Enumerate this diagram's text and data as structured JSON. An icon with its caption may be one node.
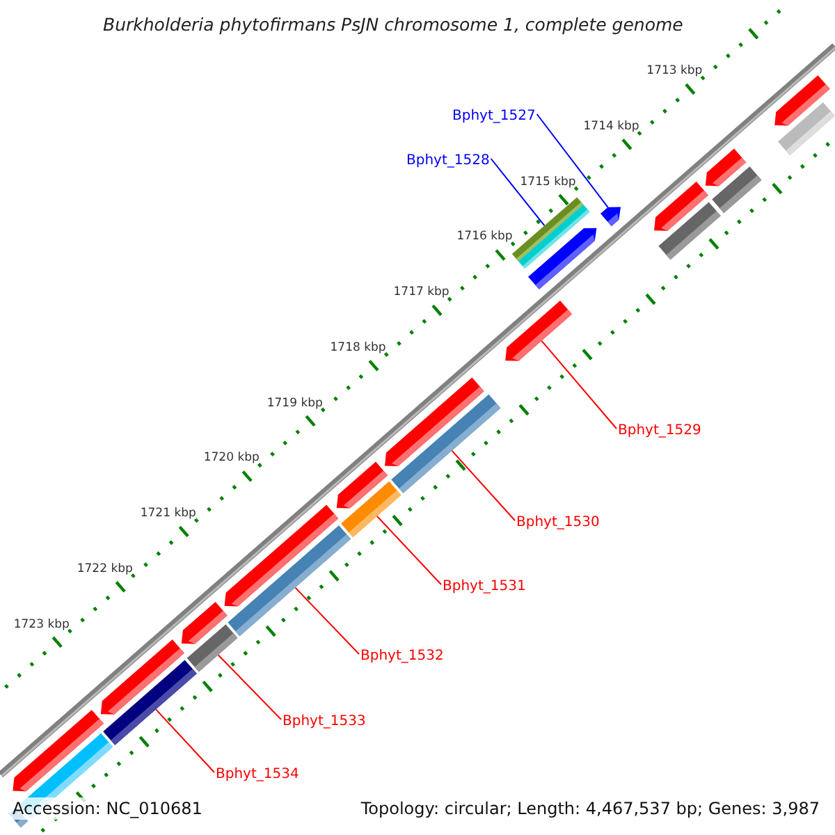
{
  "diagram": {
    "title": "Burkholderia phytofirmans PsJN chromosome 1, complete genome",
    "nodes": [
      {
        "text": [
          "Bphyt_1527"
        ]
      },
      {
        "text": [
          "Bphyt_1528"
        ]
      },
      {
        "text": [
          "Bphyt_1529"
        ]
      },
      {
        "text": [
          "Bphyt_1530"
        ]
      },
      {
        "text": [
          "Bphyt_1531"
        ]
      },
      {
        "text": [
          "Bphyt_1532"
        ]
      },
      {
        "text": [
          "Bphyt_1533"
        ]
      },
      {
        "text": [
          "Bphyt_1534"
        ]
      },
      {
        "text": [],
        "shape": "bar"
      },
      {
        "text": [],
        "shape": "bar"
      },
      {
        "text": [],
        "shape": "arrow"
      },
      {
        "text": [],
        "shape": "bar"
      },
      {
        "text": [],
        "shape": "arrow"
      },
      {
        "text": [],
        "shape": "bar"
      },
      {
        "text": [],
        "shape": "arrow"
      },
      {
        "text": [],
        "shape": "bar"
      },
      {
        "text": [],
        "shape": "arrow"
      },
      {
        "text": [],
        "shape": "bar"
      },
      {
        "text": [],
        "shape": "arrow"
      },
      {
        "text": [],
        "shape": "bar"
      },
      {
        "text": [],
        "shape": "arrow"
      },
      {
        "text": [],
        "shape": "arrow"
      },
      {
        "text": [],
        "shape": "arrow"
      },
      {
        "text": [],
        "shape": "bar"
      },
      {
        "text": [],
        "shape": "bar"
      },
      {
        "text": [],
        "shape": "arrow"
      },
      {
        "text": [],
        "shape": "bar"
      },
      {
        "text": [],
        "shape": "arrow"
      },
      {
        "text": [],
        "shape": "bar"
      },
      {
        "text": [],
        "shape": "arrow"
      },
      {
        "text": [],
        "shape": "bar"
      },
      {
        "text": [],
        "shape": "arrow"
      }
    ],
    "edges": [
      {
        "from": 0,
        "to": 25,
        "arrow": "none",
        "color": "#0000ff"
      },
      {
        "from": 1,
        "to": 23,
        "arrow": "none",
        "color": "#0000ff"
      },
      {
        "from": 2,
        "to": 21,
        "arrow": "none"
      },
      {
        "from": 3,
        "to": 19,
        "arrow": "none"
      },
      {
        "from": 4,
        "to": 17,
        "arrow": "none"
      },
      {
        "from": 5,
        "to": 15,
        "arrow": "none"
      },
      {
        "from": 6,
        "to": 13,
        "arrow": "none"
      },
      {
        "from": 7,
        "to": 11,
        "arrow": "none"
      }
    ],
    "labels": [
      "1713 kbp",
      "1714 kbp",
      "1715 kbp",
      "1716 kbp",
      "1717 kbp",
      "1718 kbp",
      "1719 kbp",
      "1720 kbp",
      "1721 kbp",
      "1722 kbp",
      "1723 kbp",
      "Accession: NC_010681",
      "Topology: circular; Length: 4,467,537 bp; Genes: 3,987"
    ]
  }
}
